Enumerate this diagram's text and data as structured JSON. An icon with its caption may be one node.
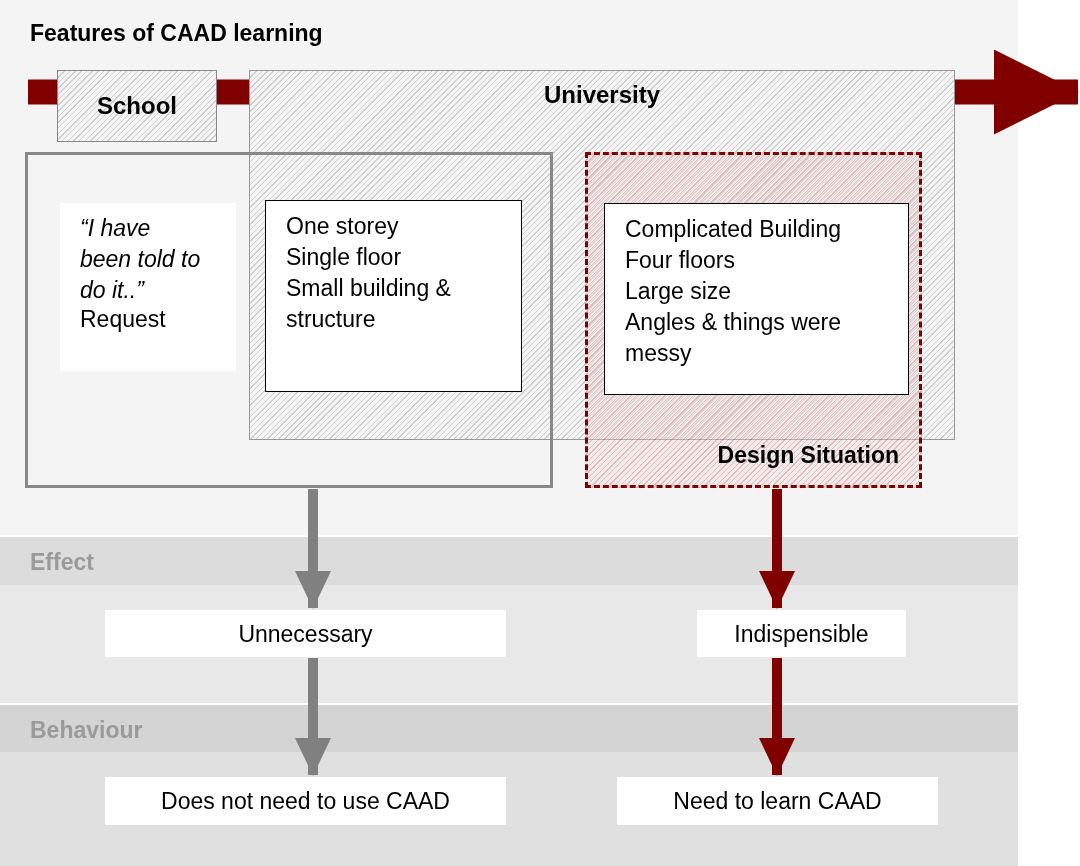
{
  "diagram": {
    "nodes": [
      {
        "text": [
          "Features of CAAD learning"
        ]
      },
      {
        "text": [
          "School"
        ],
        "in": 0
      },
      {
        "text": [
          "University"
        ],
        "in": 0
      },
      {
        "text": [],
        "shape": "box",
        "in": 0
      },
      {
        "text": [
          "“I have been told to do it..”",
          "Request"
        ],
        "in": 3
      },
      {
        "text": [
          "One storey",
          "Single floor",
          "Small building & structure"
        ]
      },
      {
        "text": [
          "Design Situation"
        ],
        "in": 0
      },
      {
        "text": [
          "Complicated Building",
          "Four floors",
          "Large size",
          "Angles & things were messy"
        ],
        "in": 6
      },
      {
        "text": [
          "Effect"
        ]
      },
      {
        "text": [
          "Unnecessary"
        ],
        "in": 8
      },
      {
        "text": [
          "Indispensible"
        ],
        "in": 8
      },
      {
        "text": [
          "Behaviour"
        ]
      },
      {
        "text": [
          "Does not need to use CAAD"
        ],
        "in": 11
      },
      {
        "text": [
          "Need to learn CAAD"
        ],
        "in": 11
      }
    ],
    "edges": [
      {
        "from": null,
        "to": 1,
        "arrow": "none",
        "style": "thick",
        "color": "#800000"
      },
      {
        "from": 1,
        "to": 2,
        "arrow": "none",
        "style": "thick",
        "color": "#800000"
      },
      {
        "from": 2,
        "to": null,
        "arrow": "to",
        "style": "thick",
        "color": "#800000"
      },
      {
        "from": 3,
        "to": 9,
        "arrow": "to",
        "color": "#808080"
      },
      {
        "from": 6,
        "to": 10,
        "arrow": "to",
        "color": "#800000"
      },
      {
        "from": 9,
        "to": 12,
        "arrow": "to",
        "color": "#808080"
      },
      {
        "from": 10,
        "to": 13,
        "arrow": "to",
        "color": "#800000"
      }
    ]
  }
}
